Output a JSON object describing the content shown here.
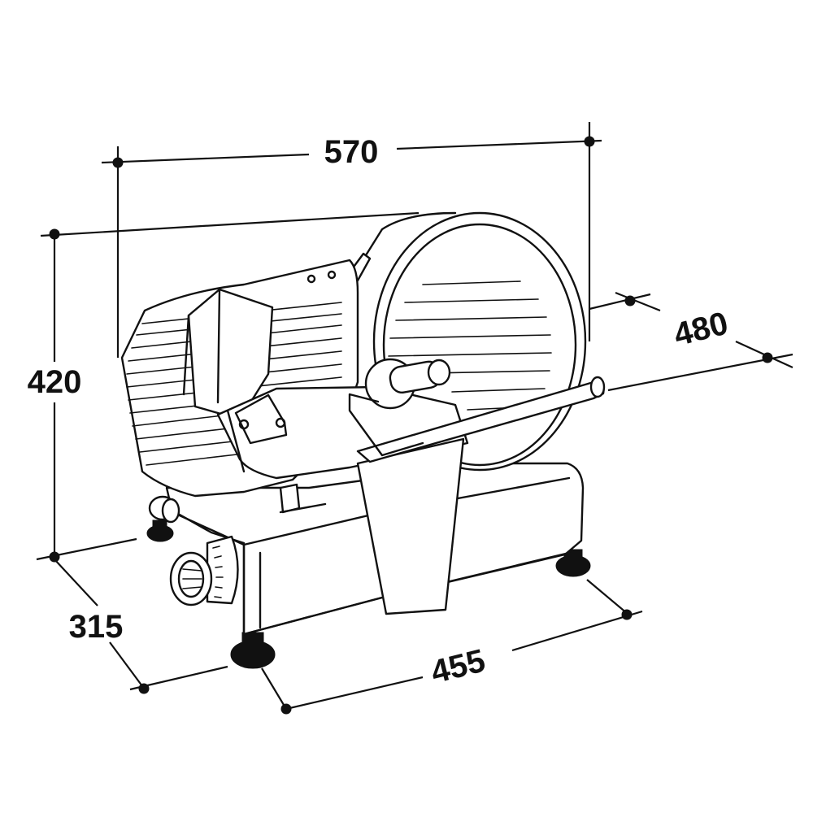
{
  "dimensions": {
    "width_top": "570",
    "height": "420",
    "depth_right": "480",
    "depth_left": "315",
    "width_bottom": "455"
  },
  "colors": {
    "ink": "#111111",
    "background": "#ffffff"
  }
}
